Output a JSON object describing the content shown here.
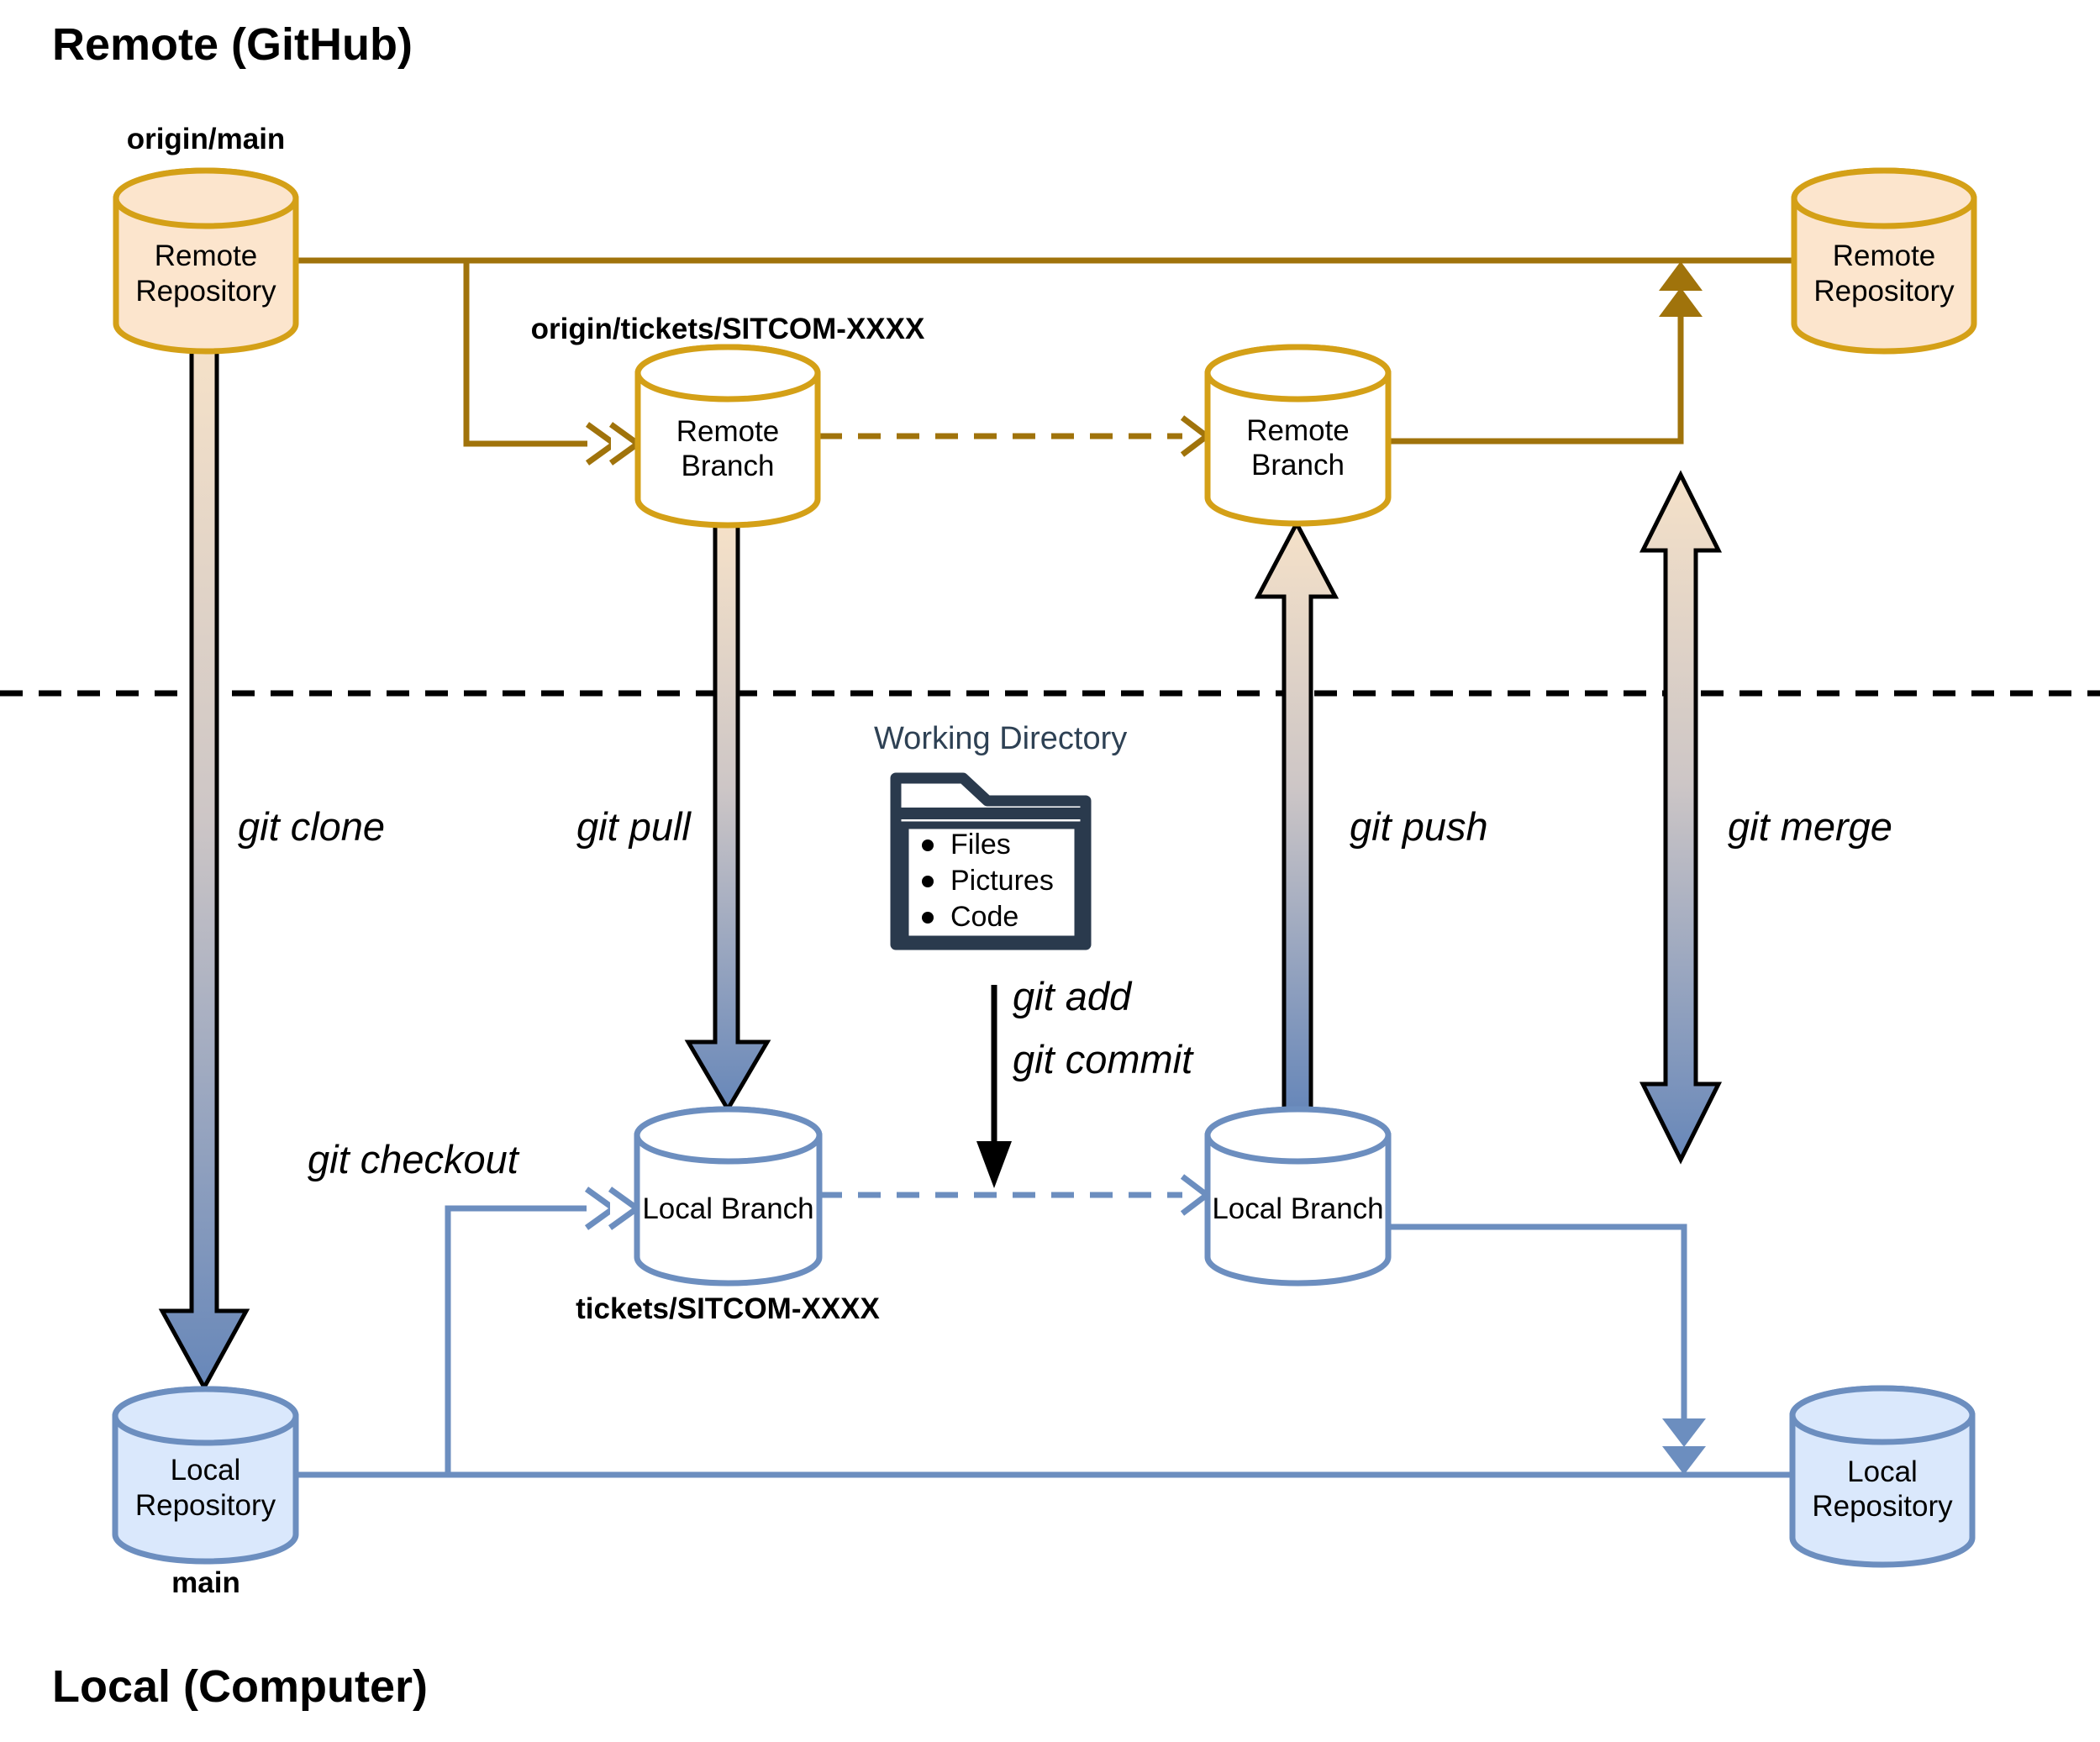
{
  "sections": {
    "remote": {
      "title": "Remote (GitHub)"
    },
    "local": {
      "title": "Local (Computer)"
    }
  },
  "nodes": {
    "remote_repo_left": {
      "label": "Remote Repository",
      "tag": "origin/main"
    },
    "remote_branch_left": {
      "label": "Remote Branch",
      "tag": "origin/tickets/SITCOM-XXXX"
    },
    "remote_branch_right": {
      "label": "Remote Branch"
    },
    "remote_repo_right": {
      "label": "Remote Repository"
    },
    "local_repo_left": {
      "label": "Local Repository",
      "tag": "main"
    },
    "local_branch_left": {
      "label": "Local Branch",
      "tag": "tickets/SITCOM-XXXX"
    },
    "local_branch_right": {
      "label": "Local Branch"
    },
    "local_repo_right": {
      "label": "Local Repository"
    }
  },
  "commands": {
    "clone": "git clone",
    "pull": "git pull",
    "checkout": "git checkout",
    "add_commit": "git add\ngit commit",
    "push": "git push",
    "merge": "git merge"
  },
  "working_directory": {
    "title": "Working Directory",
    "items": [
      "Files",
      "Pictures",
      "Code"
    ]
  },
  "colors": {
    "remote_fill": "#FCE5CD",
    "remote_stroke": "#D4A017",
    "remote_connector": "#A0730B",
    "local_fill": "#DAE8FC",
    "local_stroke": "#6C8EBF",
    "gradient_top": "#F5E1C8",
    "gradient_mid": "#CDC6C6",
    "gradient_bottom": "#6787B9",
    "folder_icon": "#2A3A4D",
    "wd_title_color": "#2E4154",
    "separator": "#000000"
  }
}
